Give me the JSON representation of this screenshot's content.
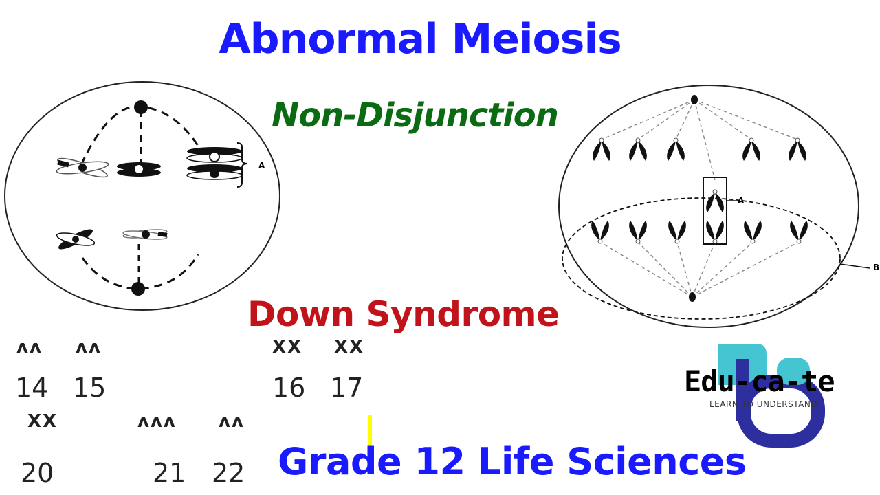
{
  "title": {
    "text": "Abnormal Meiosis",
    "color": "#1a1aff"
  },
  "subtitle": {
    "text": "Non-Disjunction",
    "color": "#0a6b12"
  },
  "down_syndrome": {
    "text": "Down Syndrome",
    "color": "#c0141a"
  },
  "grade_label": {
    "text": "Grade 12 Life Sciences",
    "color": "#1a1aff"
  },
  "left_cell": {
    "label": "A"
  },
  "right_cell": {
    "label_a": "A",
    "label_b": "B"
  },
  "karyotype": {
    "row1": [
      {
        "glyph": "ʌʌ",
        "number": "14"
      },
      {
        "glyph": "ʌʌ",
        "number": "15"
      },
      {
        "glyph": "XX",
        "number": "16"
      },
      {
        "glyph": "XX",
        "number": "17"
      }
    ],
    "row2": [
      {
        "glyph": "XX",
        "number": "20"
      },
      {
        "glyph": "ʌʌʌ",
        "number": "21"
      },
      {
        "glyph": "ʌʌ",
        "number": "22"
      }
    ]
  },
  "logo": {
    "name": "Edu-ca-te",
    "tagline": "LEARN TO UNDERSTAND",
    "colors": {
      "teal": "#45c4d2",
      "navy": "#2d2f9e"
    }
  }
}
